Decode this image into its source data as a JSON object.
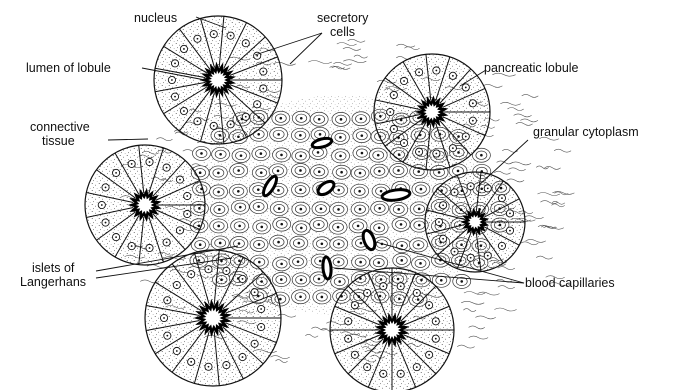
{
  "labels": {
    "nucleus": "nucleus",
    "secretory_line1": "secretory",
    "secretory_line2": "cells",
    "lumen": "lumen of lobule",
    "pancreatic_lobule": "pancreatic lobule",
    "connective_line1": "connective",
    "connective_line2": "tissue",
    "granular_cytoplasm": "granular cytoplasm",
    "islets_line1": "islets of",
    "islets_line2": "Langerhans",
    "blood_capillaries": "blood capillaries"
  }
}
